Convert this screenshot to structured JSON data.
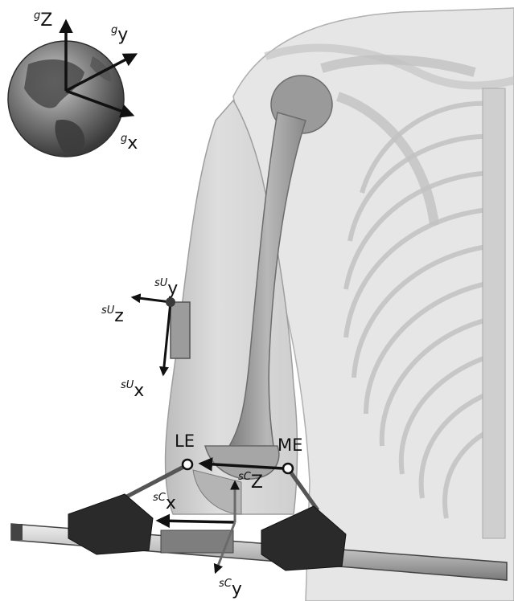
{
  "global_frame": {
    "z": {
      "sup": "g",
      "base": "Z"
    },
    "y": {
      "sup": "g",
      "base": "y"
    },
    "x": {
      "sup": "g",
      "base": "x"
    }
  },
  "upper_arm_sensor": {
    "y": {
      "sup": "sU",
      "base": "y"
    },
    "z": {
      "sup": "sU",
      "base": "z"
    },
    "x": {
      "sup": "sU",
      "base": "x"
    }
  },
  "forearm_frame": {
    "z": {
      "sup": "sC",
      "base": "Z"
    },
    "x": {
      "sup": "sC",
      "base": "x"
    },
    "y": {
      "sup": "sC",
      "base": "y"
    }
  },
  "landmarks": {
    "lateral_epicondyle": "LE",
    "medial_epicondyle": "ME"
  },
  "colors": {
    "arrow": "#111111",
    "bone": "#9a9a9a",
    "skin": "#d8d8d8",
    "device": "#2a2a2a",
    "rail": "#c8c8c8"
  }
}
